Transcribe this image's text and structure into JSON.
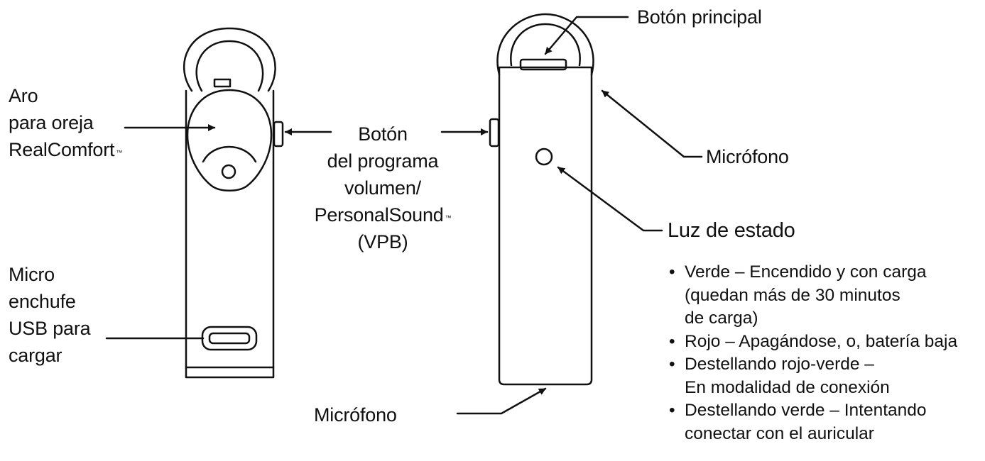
{
  "labels": {
    "aro": [
      "Aro",
      "para oreja",
      "RealComfort"
    ],
    "tm": "™",
    "micro_usb": [
      "Micro",
      "enchufe",
      "USB para",
      "cargar"
    ],
    "vpb": [
      "Botón",
      "del programa",
      "volumen/",
      "PersonalSound",
      "(VPB)"
    ],
    "boton_principal": "Botón principal",
    "microfono_top": "Micrófono",
    "microfono_bottom": "Micrófono",
    "luz_estado": "Luz de estado"
  },
  "status_list": [
    [
      "Verde – Encendido y con carga",
      "(quedan más de 30 minutos",
      "de carga)"
    ],
    [
      "Rojo – Apagándose, o, batería baja"
    ],
    [
      "Destellando rojo-verde –",
      "En modalidad de conexión"
    ],
    [
      "Destellando verde – Intentando",
      "conectar con el auricular"
    ]
  ],
  "colors": {
    "line": "#111111",
    "background": "#ffffff"
  }
}
